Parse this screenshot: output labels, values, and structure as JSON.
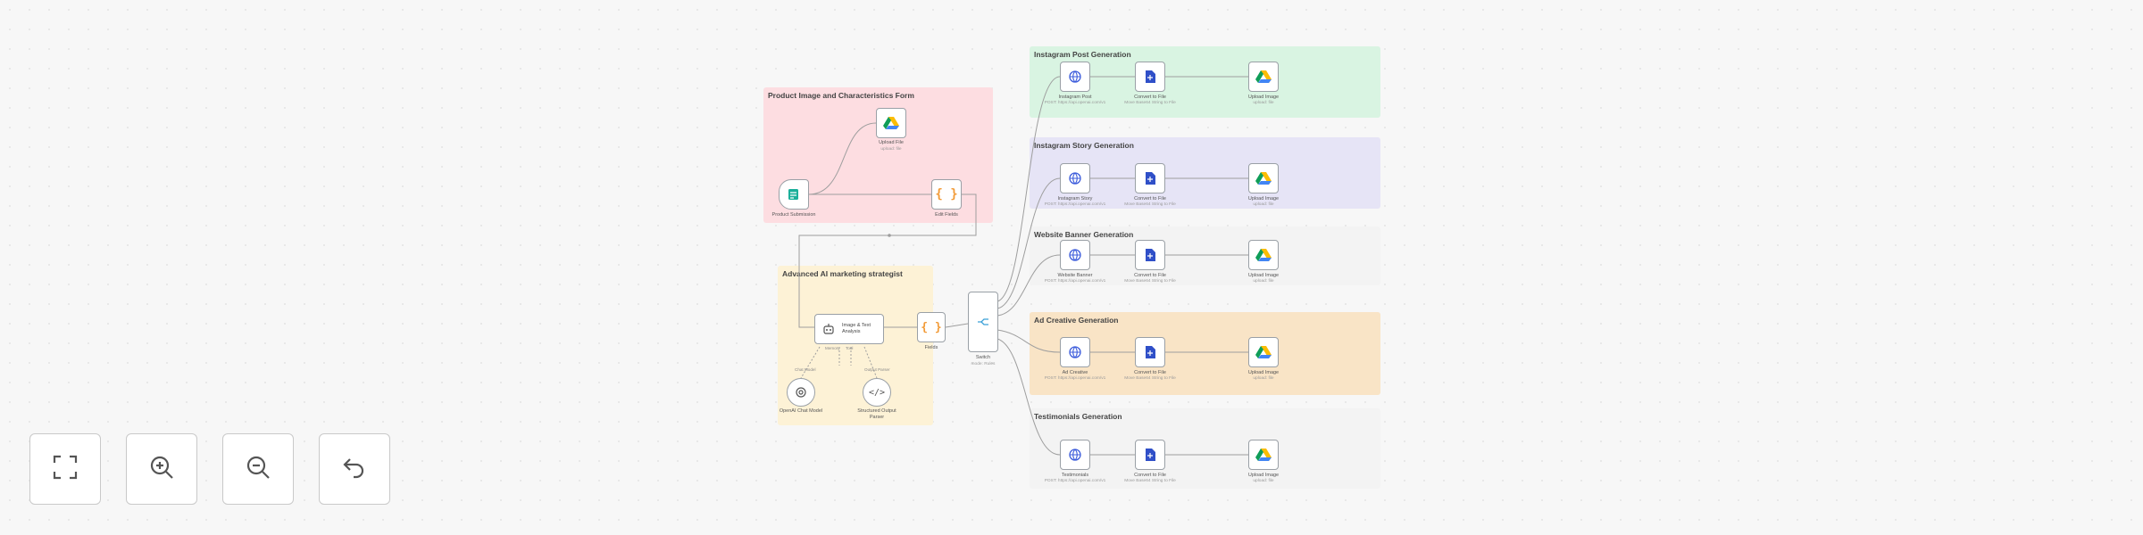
{
  "canvas": {
    "sticky_notes": [
      {
        "id": "form",
        "title": "Product Image and Characteristics Form",
        "color": "#fddde1"
      },
      {
        "id": "agent",
        "title": "Advanced AI marketing strategist",
        "color": "#fdf2d6"
      },
      {
        "id": "post",
        "title": "Instagram Post Generation",
        "color": "#d9f4e2"
      },
      {
        "id": "story",
        "title": "Instagram Story Generation",
        "color": "#e6e4f6"
      },
      {
        "id": "banner",
        "title": "Website Banner Generation",
        "color": "#f3f3f3"
      },
      {
        "id": "ad",
        "title": "Ad Creative Generation",
        "color": "#f9e4c6"
      },
      {
        "id": "testimonial",
        "title": "Testimonials Generation",
        "color": "#f3f3f3"
      }
    ],
    "nodes": {
      "form_trigger": {
        "label": "Product Submission",
        "icon": "form-trigger-icon"
      },
      "upload_file_top": {
        "label": "Upload File",
        "sub": "upload: file",
        "icon": "google-drive-icon"
      },
      "edit_fields_form": {
        "label": "Edit Fields",
        "icon": "code-braces-icon"
      },
      "ai_agent": {
        "label": "Image & Text Analysis",
        "icon": "robot-icon",
        "ports": [
          "Chat Model",
          "Memory",
          "Tool",
          "Output Parser"
        ]
      },
      "chat_model": {
        "label": "OpenAI Chat Model",
        "icon": "openai-icon"
      },
      "output_parser": {
        "label": "Structured Output Parser",
        "icon": "code-tag-icon"
      },
      "edit_fields_agent": {
        "label": "Fields",
        "icon": "code-braces-icon"
      },
      "switch": {
        "label": "Switch",
        "sub": "mode: Rules",
        "icon": "switch-icon"
      },
      "rows": [
        {
          "http": "Instagram Post",
          "http_sub": "POST: https://api.openai.com/v1",
          "convert": "Convert to File",
          "convert_sub": "Move Base64 String to File",
          "upload": "Upload Image",
          "upload_sub": "upload: file"
        },
        {
          "http": "Instagram Story",
          "http_sub": "POST: https://api.openai.com/v1",
          "convert": "Convert to File",
          "convert_sub": "Move Base64 String to File",
          "upload": "Upload Image",
          "upload_sub": "upload: file"
        },
        {
          "http": "Website Banner",
          "http_sub": "POST: https://api.openai.com/v1",
          "convert": "Convert to File",
          "convert_sub": "Move Base64 String to File",
          "upload": "Upload Image",
          "upload_sub": "upload: file"
        },
        {
          "http": "Ad Creative",
          "http_sub": "POST: https://api.openai.com/v1",
          "convert": "Convert to File",
          "convert_sub": "Move Base64 String to File",
          "upload": "Upload Image",
          "upload_sub": "upload: file"
        },
        {
          "http": "Testimonials",
          "http_sub": "POST: https://api.openai.com/v1",
          "convert": "Convert to File",
          "convert_sub": "Move Base64 String to File",
          "upload": "Upload Image",
          "upload_sub": "upload: file"
        }
      ]
    }
  },
  "controls": [
    {
      "name": "fit-view-button",
      "icon": "fit-view-icon"
    },
    {
      "name": "zoom-in-button",
      "icon": "zoom-in-icon"
    },
    {
      "name": "zoom-out-button",
      "icon": "zoom-out-icon"
    },
    {
      "name": "reset-zoom-button",
      "icon": "undo-icon"
    }
  ],
  "colors": {
    "edge": "#9e9e9e",
    "node_border": "#9aa0a6",
    "http_blue": "#3b5bdb",
    "convert_blue": "#2f4fc8",
    "brace_orange": "#f29b38",
    "form_teal": "#1aaf9a"
  }
}
